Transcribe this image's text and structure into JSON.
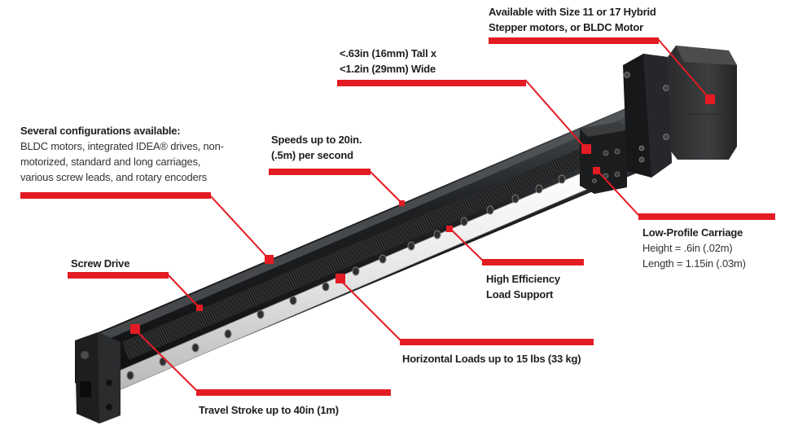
{
  "product": "Linear actuator with screw drive and motor",
  "accent_color": "#e31b23",
  "callouts": {
    "motor": {
      "title_line1": "Available with Size 11 or 17 Hybrid",
      "title_line2": "Stepper motors, or BLDC Motor"
    },
    "size": {
      "line1": "<.63in (16mm) Tall x",
      "line2": "<1.2in  (29mm) Wide"
    },
    "configs": {
      "title": "Several configurations available:",
      "line1": "BLDC motors, integrated IDEA® drives, non-",
      "line2": "motorized, standard and long carriages,",
      "line3": "various screw leads, and rotary encoders"
    },
    "speed": {
      "line1": "Speeds up to 20in.",
      "line2": "(.5m) per second"
    },
    "carriage": {
      "title": "Low-Profile Carriage",
      "height": "Height = .6in (.02m)",
      "length": "Length = 1.15in (.03m)"
    },
    "screw": {
      "title": "Screw Drive"
    },
    "load_support": {
      "line1": "High Efficiency",
      "line2": "Load Support"
    },
    "horizontal_loads": {
      "title": "Horizontal Loads up to 15 lbs (33 kg)"
    },
    "stroke": {
      "title": "Travel Stroke up to 40in (1m)"
    }
  }
}
